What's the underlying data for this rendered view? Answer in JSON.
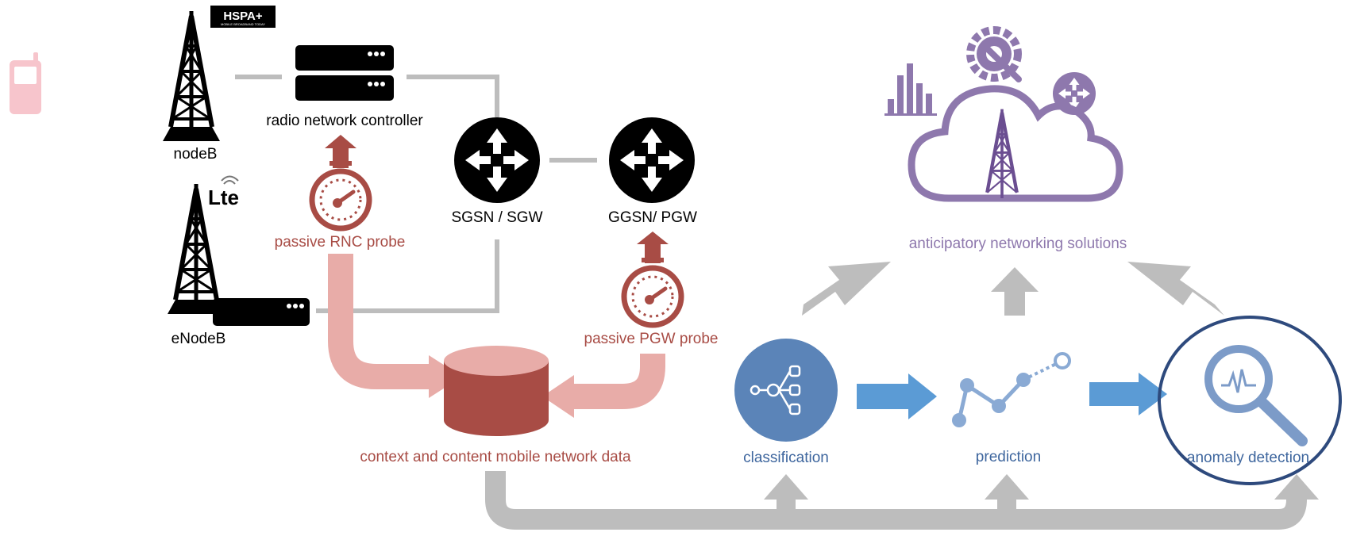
{
  "labels": {
    "nodeb": "nodeB",
    "enodeb": "eNodeB",
    "rnc": "radio network controller",
    "sgsn": "SGSN / SGW",
    "ggsn": "GGSN/ PGW",
    "rnc_probe": "passive RNC probe",
    "pgw_probe": "passive PGW probe",
    "data_store": "context and content mobile network data",
    "classification": "classification",
    "prediction": "prediction",
    "anomaly": "anomaly detection",
    "solutions": "anticipatory networking solutions"
  },
  "logos": {
    "hspa": "HSPA+",
    "hspa_tagline": "MOBILE BROADBAND TODAY",
    "lte": "Lte"
  },
  "colors": {
    "probe_red": "#a84c45",
    "probe_flow": "#e8aca8",
    "analytics_blue": "#5b84b8",
    "arrow_blue": "#5b9bd5",
    "cloud_purple": "#8e78ad",
    "phone_pink": "#f7c5cc",
    "link_gray": "#bdbdbd",
    "highlight_navy": "#2e4a7d"
  },
  "icons": {
    "phone": "mobile-phone-icon",
    "tower": "cell-tower-icon",
    "router": "router-icon",
    "server": "server-icon",
    "gauge": "speedometer-icon",
    "database": "database-icon",
    "cloud": "cloud-icon",
    "magnifier": "magnifier-icon"
  }
}
